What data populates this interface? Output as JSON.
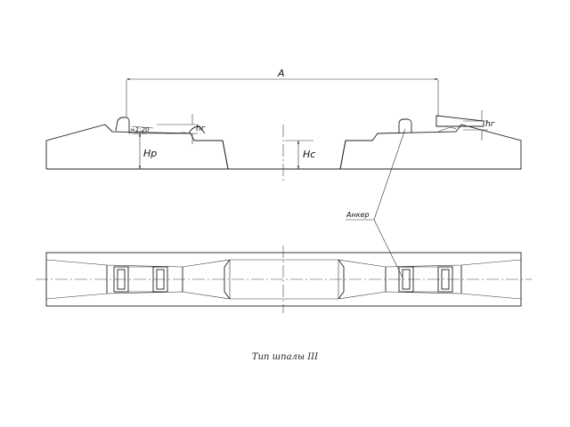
{
  "labels": {
    "dim_a": "A",
    "slope": "≈1:20",
    "hg_left": "hг",
    "hg_right": "hг",
    "hr": "Hр",
    "hc": "Hc",
    "anchor": "Анкер"
  },
  "caption": "Тип шпалы III"
}
